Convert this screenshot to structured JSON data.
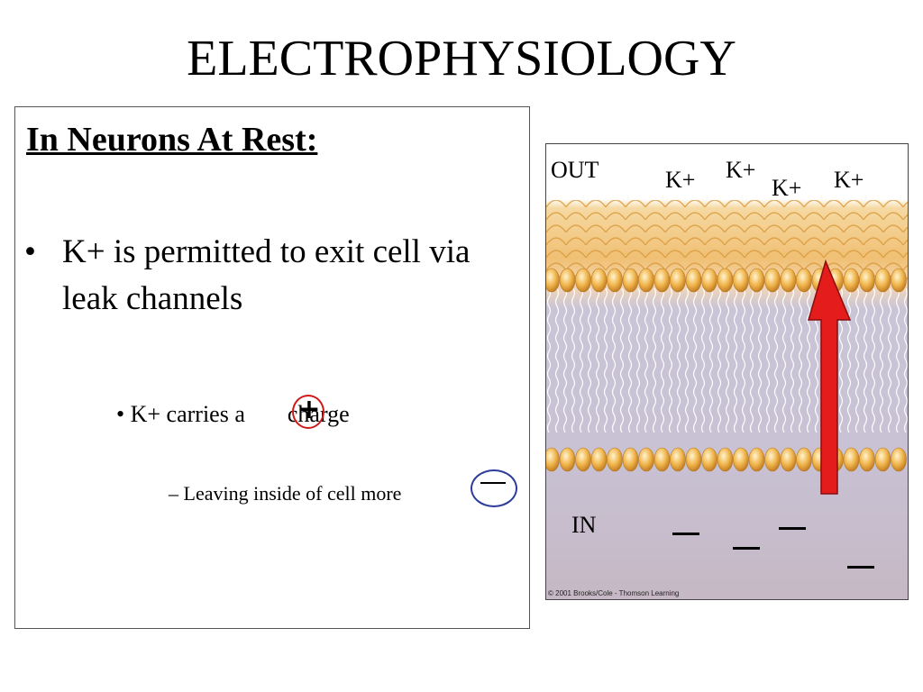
{
  "slide": {
    "title": "ELECTROPHYSIOLOGY"
  },
  "notes": {
    "heading": "In Neurons At Rest:",
    "bullet_marker": "•",
    "bullet1": "K+ is permitted to exit cell via leak channels",
    "bullet2_before": "K+ carries a ",
    "bullet2_after": " charge",
    "bullet2_symbol": "+",
    "bullet3_marker": "–",
    "bullet3": "Leaving inside of cell more",
    "colors": {
      "plus_circle": "#d01818",
      "minus_circle": "#2c3c9a"
    }
  },
  "figure": {
    "label_out": "OUT",
    "label_in": "IN",
    "ions": [
      "K+",
      "K+",
      "K+",
      "K+"
    ],
    "copyright": "© 2001 Brooks/Cole - Thomson Learning",
    "colors": {
      "arrow": "#e41c1c",
      "lipid_head": "#e9a23a",
      "tail_band": "#c9c4d6"
    }
  }
}
